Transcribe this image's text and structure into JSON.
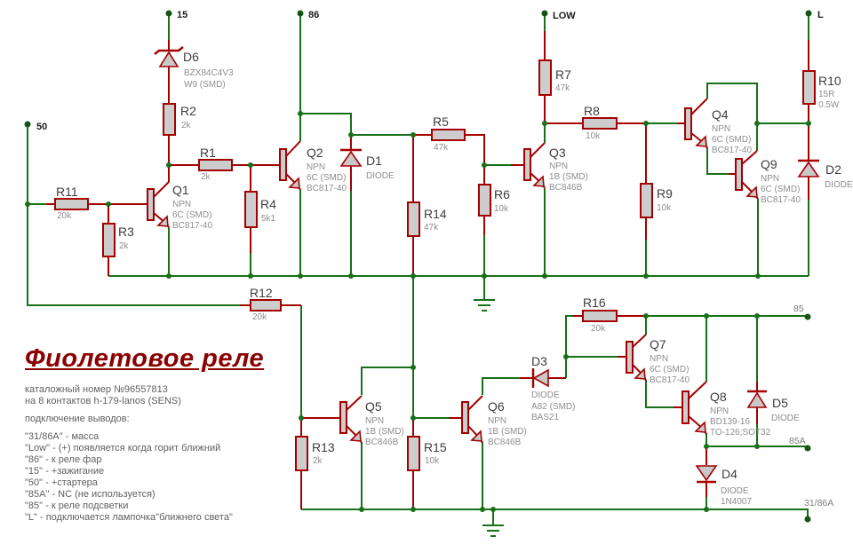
{
  "title": "Фиолетовое реле",
  "notes": {
    "catalog": "каталожный номер №96557813",
    "contacts": "на 8 контактов h-179-lanos (SENS)",
    "heading": "подключение выводов:",
    "pin_lines": [
      "\"31/86A\" - масса",
      "\"Low\" - (+) появляется когда горит ближний",
      "\"86\" - к реле фар",
      "\"15\" - +зажигание",
      "\"50\" - +стартера",
      "\"85A\" - NC (не используется)",
      "\"85\" - к реле подсветки",
      "\"L\" - подключается лампочка\"ближнего света\""
    ]
  },
  "pins": {
    "p15": "15",
    "p86": "86",
    "plow": "LOW",
    "pl": "L",
    "p50": "50",
    "p85": "85",
    "p85a": "85A",
    "p3186a": "31/86A"
  },
  "resistors": {
    "R1": {
      "name": "R1",
      "value": "2k"
    },
    "R2": {
      "name": "R2",
      "value": "2k"
    },
    "R3": {
      "name": "R3",
      "value": "2k"
    },
    "R4": {
      "name": "R4",
      "value": "5k1"
    },
    "R5": {
      "name": "R5",
      "value": "47k"
    },
    "R6": {
      "name": "R6",
      "value": "10k"
    },
    "R7": {
      "name": "R7",
      "value": "47k"
    },
    "R8": {
      "name": "R8",
      "value": "10k"
    },
    "R9": {
      "name": "R9",
      "value": "10k"
    },
    "R10": {
      "name": "R10",
      "value": "15R",
      "value2": "0.5W"
    },
    "R11": {
      "name": "R11",
      "value": "20k"
    },
    "R12": {
      "name": "R12",
      "value": "20k"
    },
    "R13": {
      "name": "R13",
      "value": "2k"
    },
    "R14": {
      "name": "R14",
      "value": "47k"
    },
    "R15": {
      "name": "R15",
      "value": "10k"
    },
    "R16": {
      "name": "R16",
      "value": "20k"
    }
  },
  "transistors": {
    "Q1": {
      "name": "Q1",
      "l1": "NPN",
      "l2": "6C (SMD)",
      "l3": "BC817-40"
    },
    "Q2": {
      "name": "Q2",
      "l1": "NPN",
      "l2": "6C (SMD)",
      "l3": "BC817-40"
    },
    "Q3": {
      "name": "Q3",
      "l1": "NPN",
      "l2": "1B (SMD)",
      "l3": "BC846B"
    },
    "Q4": {
      "name": "Q4",
      "l1": "NPN",
      "l2": "6C (SMD)",
      "l3": "BC817-40"
    },
    "Q5": {
      "name": "Q5",
      "l1": "NPN",
      "l2": "1B (SMD)",
      "l3": "BC846B"
    },
    "Q6": {
      "name": "Q6",
      "l1": "NPN",
      "l2": "1B (SMD)",
      "l3": "BC846B"
    },
    "Q7": {
      "name": "Q7",
      "l1": "NPN",
      "l2": "6C (SMD)",
      "l3": "BC817-40"
    },
    "Q8": {
      "name": "Q8",
      "l1": "NPN",
      "l2": "BD139-16",
      "l3": "TO-126;SOT32"
    },
    "Q9": {
      "name": "Q9",
      "l1": "NPN",
      "l2": "6C (SMD)",
      "l3": "BC817-40"
    }
  },
  "diodes": {
    "D1": {
      "name": "D1",
      "l1": "DIODE"
    },
    "D2": {
      "name": "D2",
      "l1": "DIODE"
    },
    "D3": {
      "name": "D3",
      "l1": "DIODE",
      "l2": "A82 (SMD)",
      "l3": "BAS21"
    },
    "D4": {
      "name": "D4",
      "l1": "DIODE",
      "l2": "1N4007"
    },
    "D5": {
      "name": "D5",
      "l1": "DIODE"
    },
    "D6": {
      "name": "D6",
      "l1": "BZX84C4V3",
      "l2": "W9 (SMD)"
    }
  },
  "colors": {
    "wire": "#187018",
    "lead": "#a40000",
    "title": "#8b0000",
    "body_fill": "#cdcdcd"
  }
}
